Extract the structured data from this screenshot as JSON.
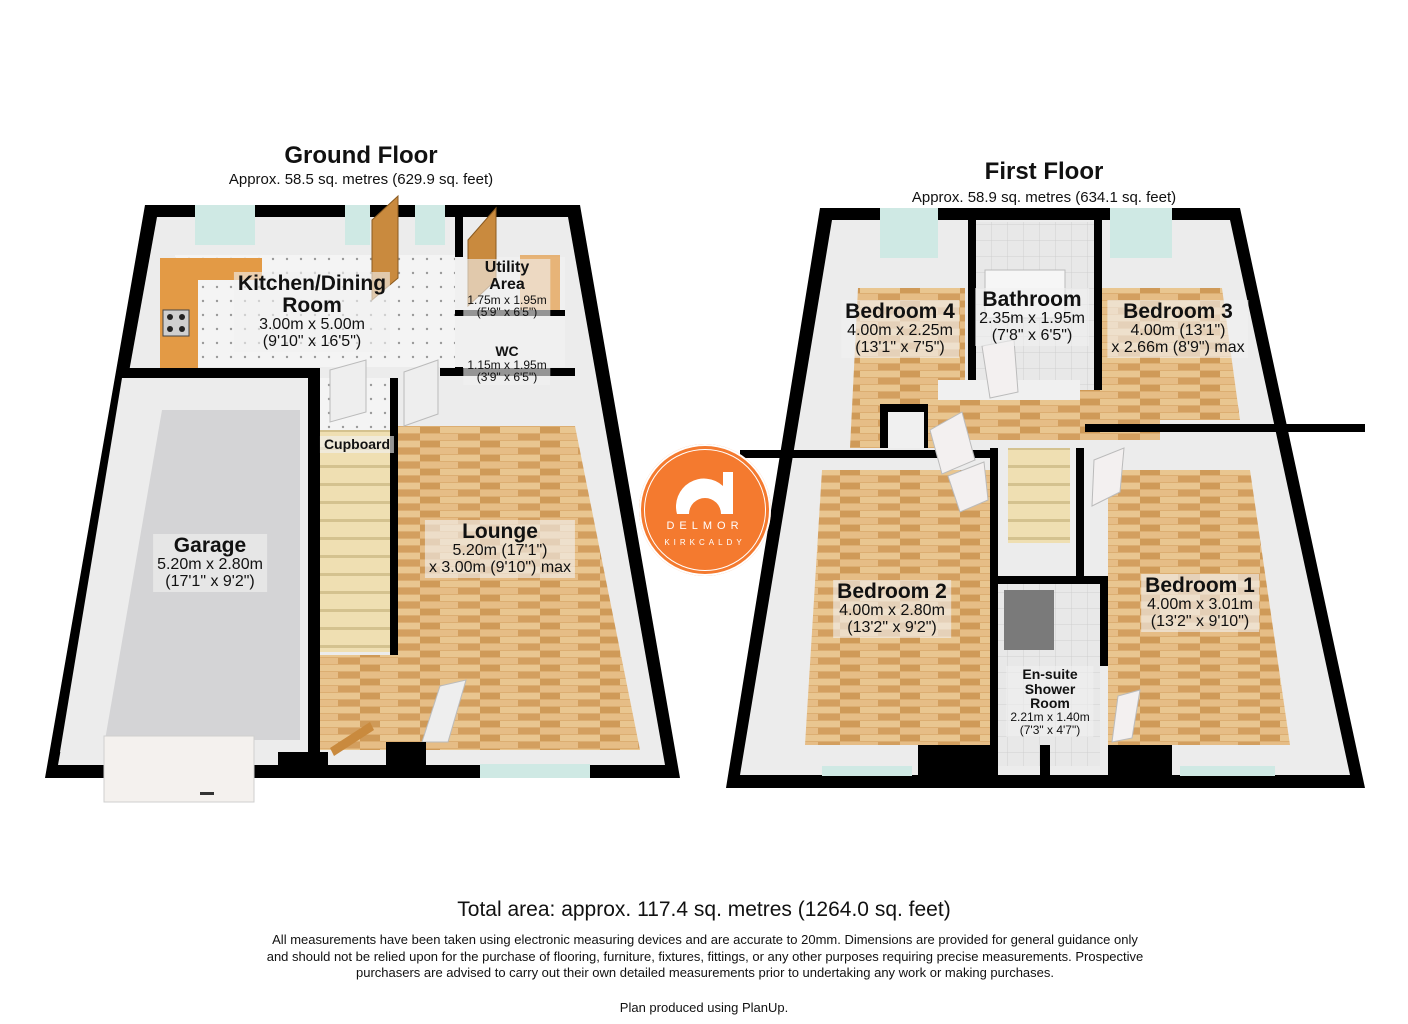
{
  "ground_floor": {
    "title": "Ground Floor",
    "area": "Approx. 58.5 sq. metres (629.9 sq. feet)",
    "rooms": [
      {
        "name": "Kitchen/Dining",
        "name2": "Room",
        "dim1": "3.00m x 5.00m",
        "dim2": "(9'10\" x 16'5\")"
      },
      {
        "name": "Utility",
        "name2": "Area",
        "dim1": "1.75m x 1.95m",
        "dim2": "(5'9\" x 6'5\")"
      },
      {
        "name": "WC",
        "dim1": "1.15m x 1.95m",
        "dim2": "(3'9\" x 6'5\")"
      },
      {
        "name": "Cupboard"
      },
      {
        "name": "Garage",
        "dim1": "5.20m x 2.80m",
        "dim2": "(17'1\" x 9'2\")"
      },
      {
        "name": "Lounge",
        "dim1": "5.20m (17'1\")",
        "dim2": "x 3.00m (9'10\") max"
      }
    ]
  },
  "first_floor": {
    "title": "First Floor",
    "area": "Approx. 58.9 sq. metres (634.1 sq. feet)",
    "rooms": [
      {
        "name": "Bedroom 4",
        "dim1": "4.00m x 2.25m",
        "dim2": "(13'1\" x 7'5\")"
      },
      {
        "name": "Bathroom",
        "dim1": "2.35m x 1.95m",
        "dim2": "(7'8\" x 6'5\")"
      },
      {
        "name": "Bedroom 3",
        "dim1": "4.00m (13'1\")",
        "dim2": "x 2.66m (8'9\") max"
      },
      {
        "name": "Bedroom 2",
        "dim1": "4.00m x 2.80m",
        "dim2": "(13'2\" x 9'2\")"
      },
      {
        "name": "Bedroom 1",
        "dim1": "4.00m x 3.01m",
        "dim2": "(13'2\" x 9'10\")"
      },
      {
        "name": "En-suite",
        "name2": "Shower",
        "name3": "Room",
        "dim1": "2.21m x 1.40m",
        "dim2": "(7'3\" x 4'7\")"
      }
    ]
  },
  "logo": {
    "brand": "DELMOR",
    "town": "KIRKCALDY",
    "color": "#f47a2f"
  },
  "footer": {
    "total_area": "Total area: approx. 117.4 sq. metres (1264.0 sq. feet)",
    "disclaimer": "All measurements have been taken using electronic measuring devices and are accurate to 20mm. Dimensions are provided for general guidance only and should not be relied upon for the purchase of flooring, furniture, fixtures, fittings, or any other purposes requiring precise measurements. Prospective purchasers are advised to carry out their own detailed measurements prior to undertaking any work or making purchases.",
    "produced_by": "Plan produced using PlanUp."
  },
  "colors": {
    "wall": "#000000",
    "inner_wall": "#ececec",
    "wood_floor": "#d9a96a",
    "tile_floor": "#f2f2f2",
    "garage_floor": "#d4d4d6",
    "kitchen_counter": "#e39a45",
    "window_glass": "#cfe9e4",
    "door_wood": "#c98a3e",
    "stairs": "#eedcae"
  }
}
